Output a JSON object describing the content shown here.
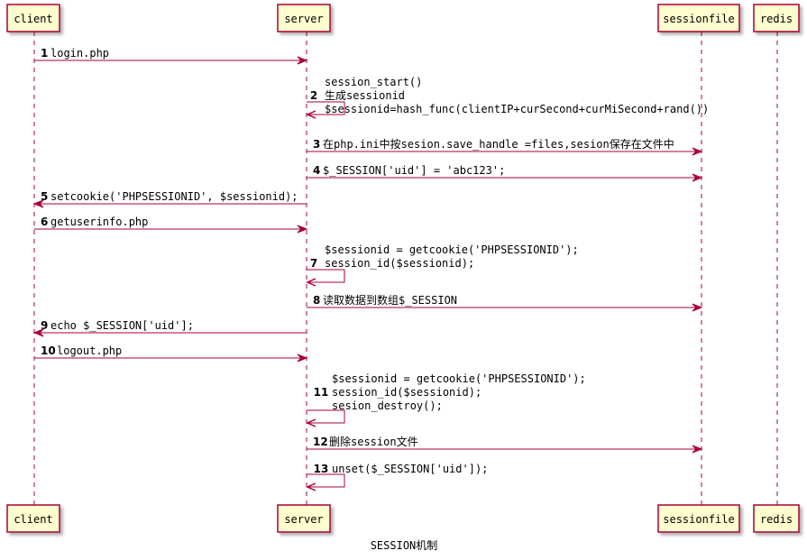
{
  "diagram": {
    "caption": "SESSION机制",
    "participants": [
      "client",
      "server",
      "sessionfile",
      "redis"
    ],
    "messages": [
      {
        "number": "1",
        "lines": [
          "login.php"
        ]
      },
      {
        "number": "2",
        "lines": [
          "session_start()",
          "生成sessionid",
          "$sessionid=hash_func(clientIP+curSecond+curMiSecond+rand())"
        ]
      },
      {
        "number": "3",
        "lines": [
          "在php.ini中按sesion.save_handle =files,sesion保存在文件中"
        ]
      },
      {
        "number": "4",
        "lines": [
          "$_SESSION['uid'] = 'abc123';"
        ]
      },
      {
        "number": "5",
        "lines": [
          "setcookie('PHPSESSIONID', $sessionid);"
        ]
      },
      {
        "number": "6",
        "lines": [
          "getuserinfo.php"
        ]
      },
      {
        "number": "7",
        "lines": [
          "$sessionid = getcookie('PHPSESSIONID');",
          "session_id($sessionid);"
        ]
      },
      {
        "number": "8",
        "lines": [
          "读取数据到数组$_SESSION"
        ]
      },
      {
        "number": "9",
        "lines": [
          "echo $_SESSION['uid'];"
        ]
      },
      {
        "number": "10",
        "lines": [
          "logout.php"
        ]
      },
      {
        "number": "11",
        "lines": [
          "$sessionid = getcookie('PHPSESSIONID');",
          "session_id($sessionid);",
          "sesion_destroy();"
        ]
      },
      {
        "number": "12",
        "lines": [
          "删除session文件"
        ]
      },
      {
        "number": "13",
        "lines": [
          "unset($_SESSION['uid']);"
        ]
      }
    ]
  },
  "colors": {
    "participant_fill": "#FEFECE",
    "participant_border": "#A80036",
    "arrow": "#A80036",
    "lifeline": "#A80036"
  }
}
